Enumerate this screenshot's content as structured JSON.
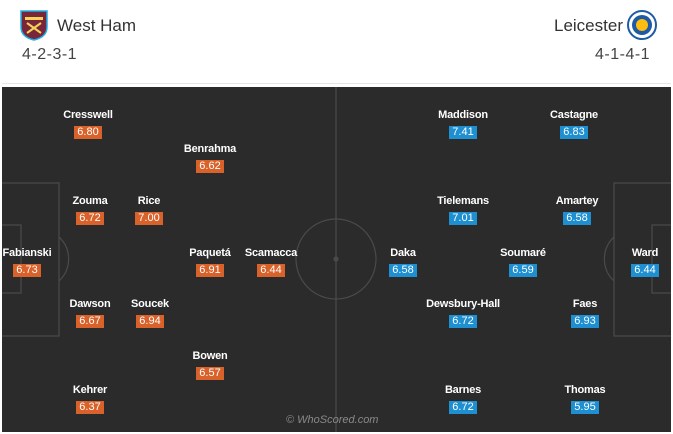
{
  "home": {
    "name": "West Ham",
    "formation": "4-2-3-1",
    "crest": "west-ham-crest-icon",
    "rating_color": "#d9612a",
    "players": [
      {
        "name": "Cresswell",
        "rating": "6.80"
      },
      {
        "name": "Benrahma",
        "rating": "6.62"
      },
      {
        "name": "Zouma",
        "rating": "6.72"
      },
      {
        "name": "Rice",
        "rating": "7.00"
      },
      {
        "name": "Fabianski",
        "rating": "6.73"
      },
      {
        "name": "Paquetá",
        "rating": "6.91"
      },
      {
        "name": "Scamacca",
        "rating": "6.44"
      },
      {
        "name": "Dawson",
        "rating": "6.67"
      },
      {
        "name": "Soucek",
        "rating": "6.94"
      },
      {
        "name": "Bowen",
        "rating": "6.57"
      },
      {
        "name": "Kehrer",
        "rating": "6.37"
      }
    ]
  },
  "away": {
    "name": "Leicester",
    "formation": "4-1-4-1",
    "crest": "leicester-crest-icon",
    "rating_color": "#1e8fd1",
    "players": [
      {
        "name": "Maddison",
        "rating": "7.41"
      },
      {
        "name": "Castagne",
        "rating": "6.83"
      },
      {
        "name": "Tielemans",
        "rating": "7.01"
      },
      {
        "name": "Amartey",
        "rating": "6.58"
      },
      {
        "name": "Daka",
        "rating": "6.58"
      },
      {
        "name": "Soumaré",
        "rating": "6.59"
      },
      {
        "name": "Ward",
        "rating": "6.44"
      },
      {
        "name": "Dewsbury-Hall",
        "rating": "6.72"
      },
      {
        "name": "Faes",
        "rating": "6.93"
      },
      {
        "name": "Barnes",
        "rating": "6.72"
      },
      {
        "name": "Thomas",
        "rating": "5.95"
      }
    ]
  },
  "pitch_color": "#2b2b2b",
  "watermark": "© WhoScored.com"
}
